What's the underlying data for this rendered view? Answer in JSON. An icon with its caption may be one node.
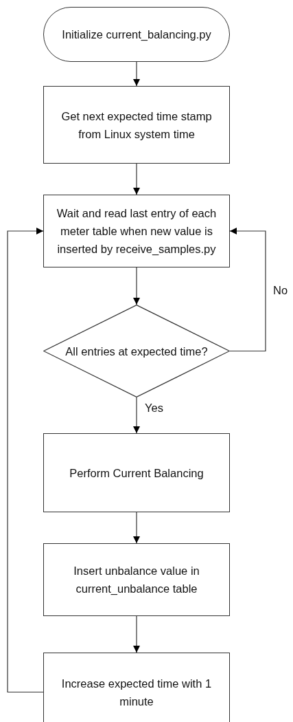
{
  "diagram": {
    "nodes": [
      {
        "text": [
          "Initialize current_balancing.py"
        ]
      },
      {
        "text": [
          "Get next expected time stamp from Linux system time"
        ]
      },
      {
        "text": [
          "Wait and read last entry of each meter table when new value is inserted by receive_samples.py"
        ]
      },
      {
        "text": [
          "All entries at expected time?"
        ]
      },
      {
        "text": [
          "Perform Current Balancing"
        ]
      },
      {
        "text": [
          "Insert unbalance value in current_unbalance table"
        ]
      },
      {
        "text": [
          "Increase expected time with 1 minute"
        ]
      }
    ],
    "edges": [
      {
        "from": 0,
        "to": 1,
        "arrow": "to"
      },
      {
        "from": 1,
        "to": 2,
        "arrow": "to"
      },
      {
        "from": 2,
        "to": 3,
        "arrow": "to"
      },
      {
        "from": 3,
        "to": 2,
        "arrow": "to",
        "label": "No"
      },
      {
        "from": 3,
        "to": 4,
        "arrow": "to",
        "label": "Yes"
      },
      {
        "from": 4,
        "to": 5,
        "arrow": "to"
      },
      {
        "from": 5,
        "to": 6,
        "arrow": "to"
      },
      {
        "from": 6,
        "to": 2,
        "arrow": "to"
      }
    ]
  }
}
